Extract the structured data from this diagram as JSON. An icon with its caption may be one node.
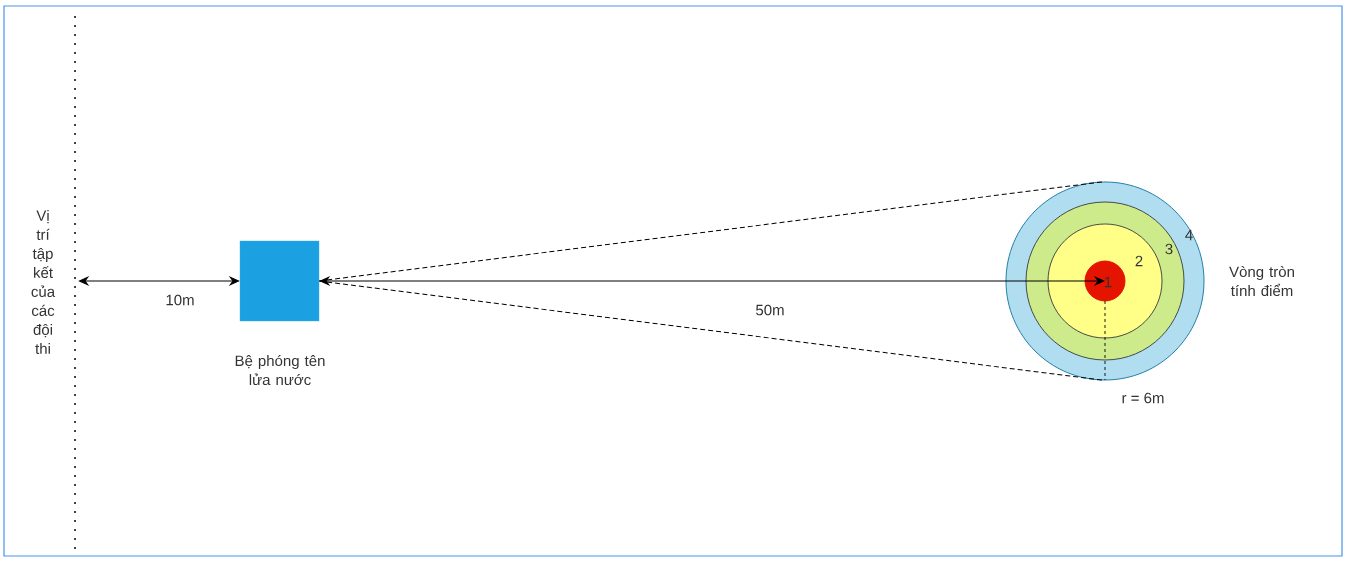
{
  "diagram": {
    "nodes": [
      {
        "text": [],
        "shape": "line",
        "beside": [
          "Vị trí tập kết của các đội thi"
        ]
      },
      {
        "text": [],
        "shape": "box",
        "beside": [
          "Bệ phóng tên lửa nước"
        ]
      },
      {
        "text": [
          "4"
        ],
        "beside": [
          "Vòng tròn tính điểm"
        ]
      },
      {
        "text": [
          "3"
        ],
        "in": 2
      },
      {
        "text": [
          "2"
        ],
        "in": 3
      },
      {
        "text": [
          "1"
        ],
        "in": 4
      }
    ],
    "edges": [
      {
        "from": 0,
        "to": 1,
        "arrow": "both",
        "label": "10m"
      },
      {
        "from": 5,
        "to": 1,
        "arrow": "both",
        "label": "50m"
      },
      {
        "from": 1,
        "to": 2,
        "arrow": "none",
        "style": "dashed"
      },
      {
        "from": 1,
        "to": 2,
        "arrow": "none",
        "style": "dashed"
      }
    ],
    "labels": [
      "r = 6m"
    ]
  }
}
